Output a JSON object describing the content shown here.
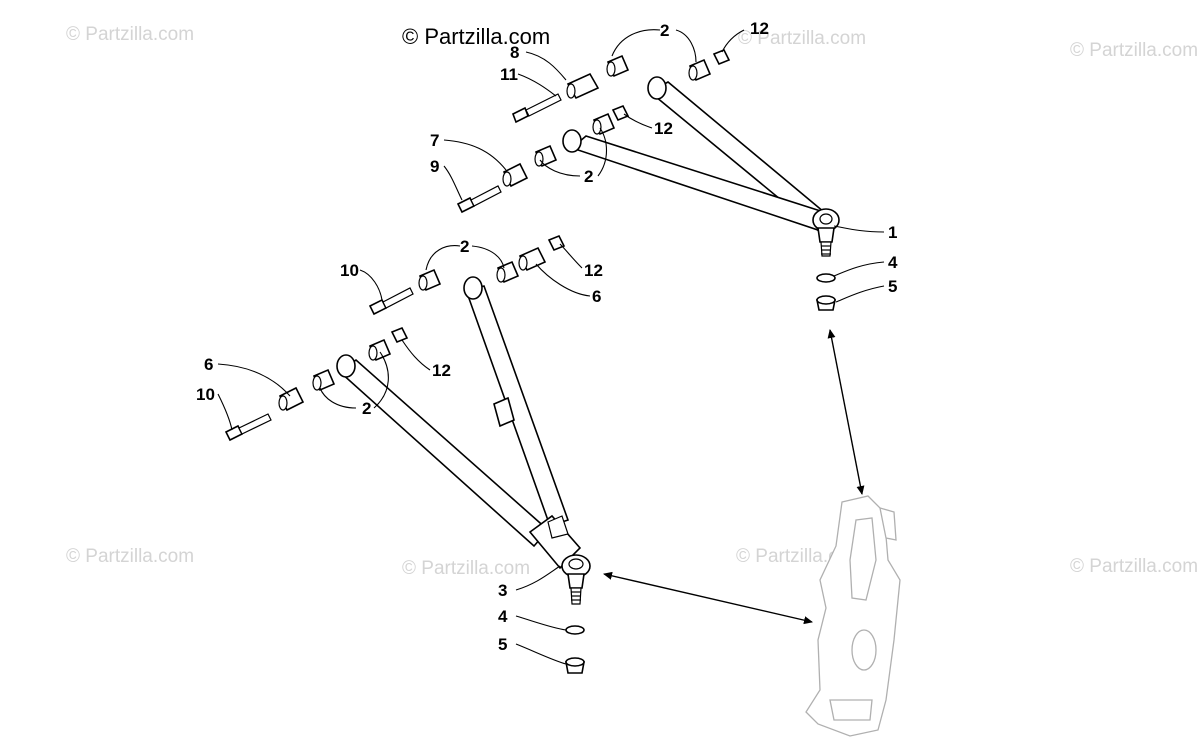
{
  "watermarks": {
    "main": "© Partzilla.com",
    "ghost": "© Partzilla.com"
  },
  "callouts": {
    "upper": {
      "c8": "8",
      "c11": "11",
      "c2_top": "2",
      "c12_top": "12",
      "c7": "7",
      "c9": "9",
      "c12_mid": "12",
      "c2_mid": "2",
      "c1": "1",
      "c4": "4",
      "c5": "5"
    },
    "lower": {
      "c2_top": "2",
      "c10_top": "10",
      "c12_top": "12",
      "c6_top": "6",
      "c6_left": "6",
      "c10_left": "10",
      "c12_mid": "12",
      "c2_bot": "2",
      "c3": "3",
      "c4": "4",
      "c5": "5"
    }
  },
  "colors": {
    "line": "#000000",
    "ghost_part": "#b0b0b0",
    "watermark": "#d4d4d4",
    "background": "#ffffff"
  }
}
